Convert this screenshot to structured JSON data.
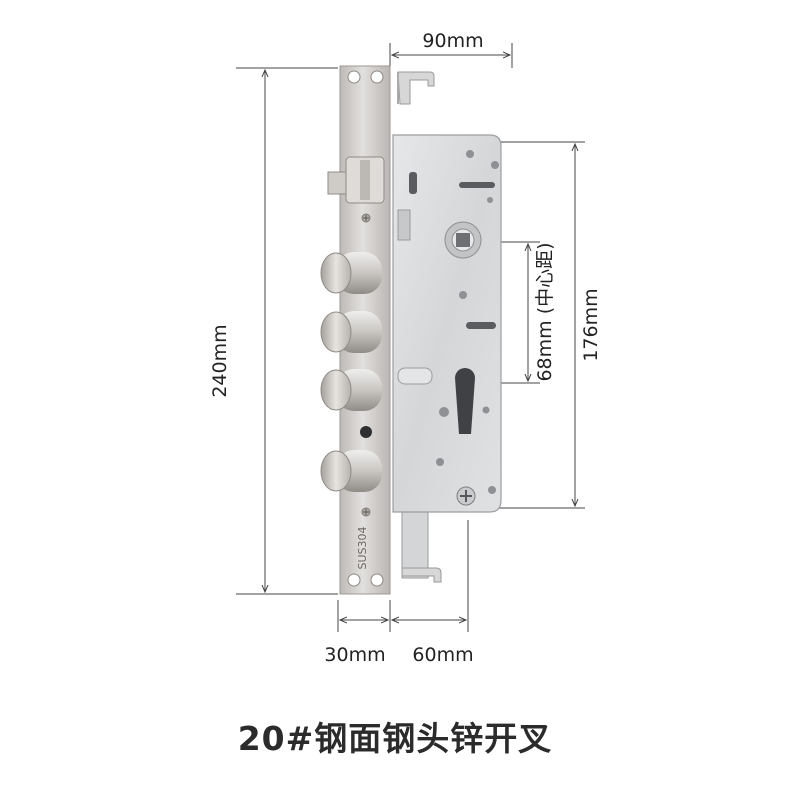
{
  "dimensions": {
    "top_width": "90mm",
    "total_height": "240mm",
    "case_height": "176mm",
    "center_distance": "68mm (中心距)",
    "faceplate_width": "30mm",
    "case_width": "60mm"
  },
  "product": {
    "faceplate_stamp": "SUS304"
  },
  "caption": "20#钢面钢头锌开叉",
  "colors": {
    "dimension_line": "#444444",
    "steel": "#cdcbc9",
    "case": "#d9dadc"
  }
}
